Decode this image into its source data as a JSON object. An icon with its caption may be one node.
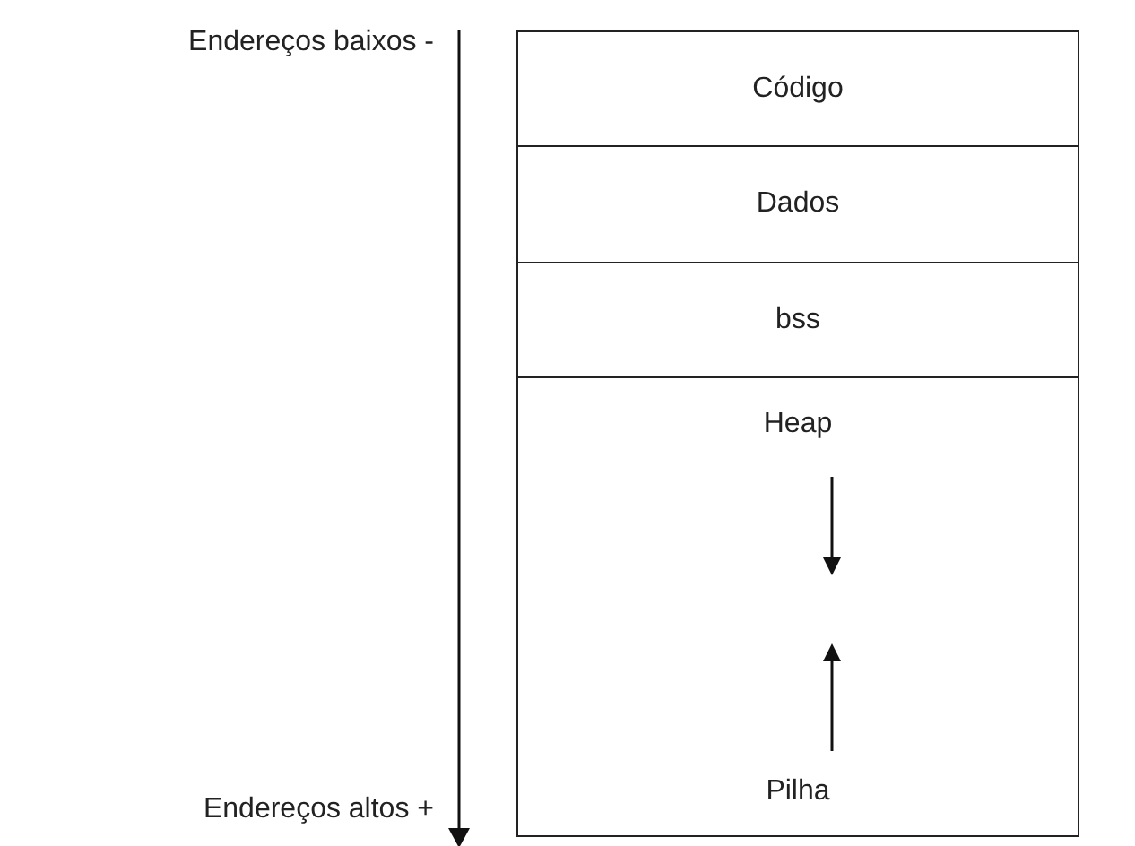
{
  "diagram": {
    "nodes": [
      {
        "text": [
          "Código"
        ]
      },
      {
        "text": [
          "Dados"
        ]
      },
      {
        "text": [
          "bss"
        ]
      },
      {
        "text": [
          "Heap",
          "Pilha"
        ]
      }
    ],
    "labels": [
      "Endereços baixos -",
      "Endereços altos +"
    ]
  }
}
